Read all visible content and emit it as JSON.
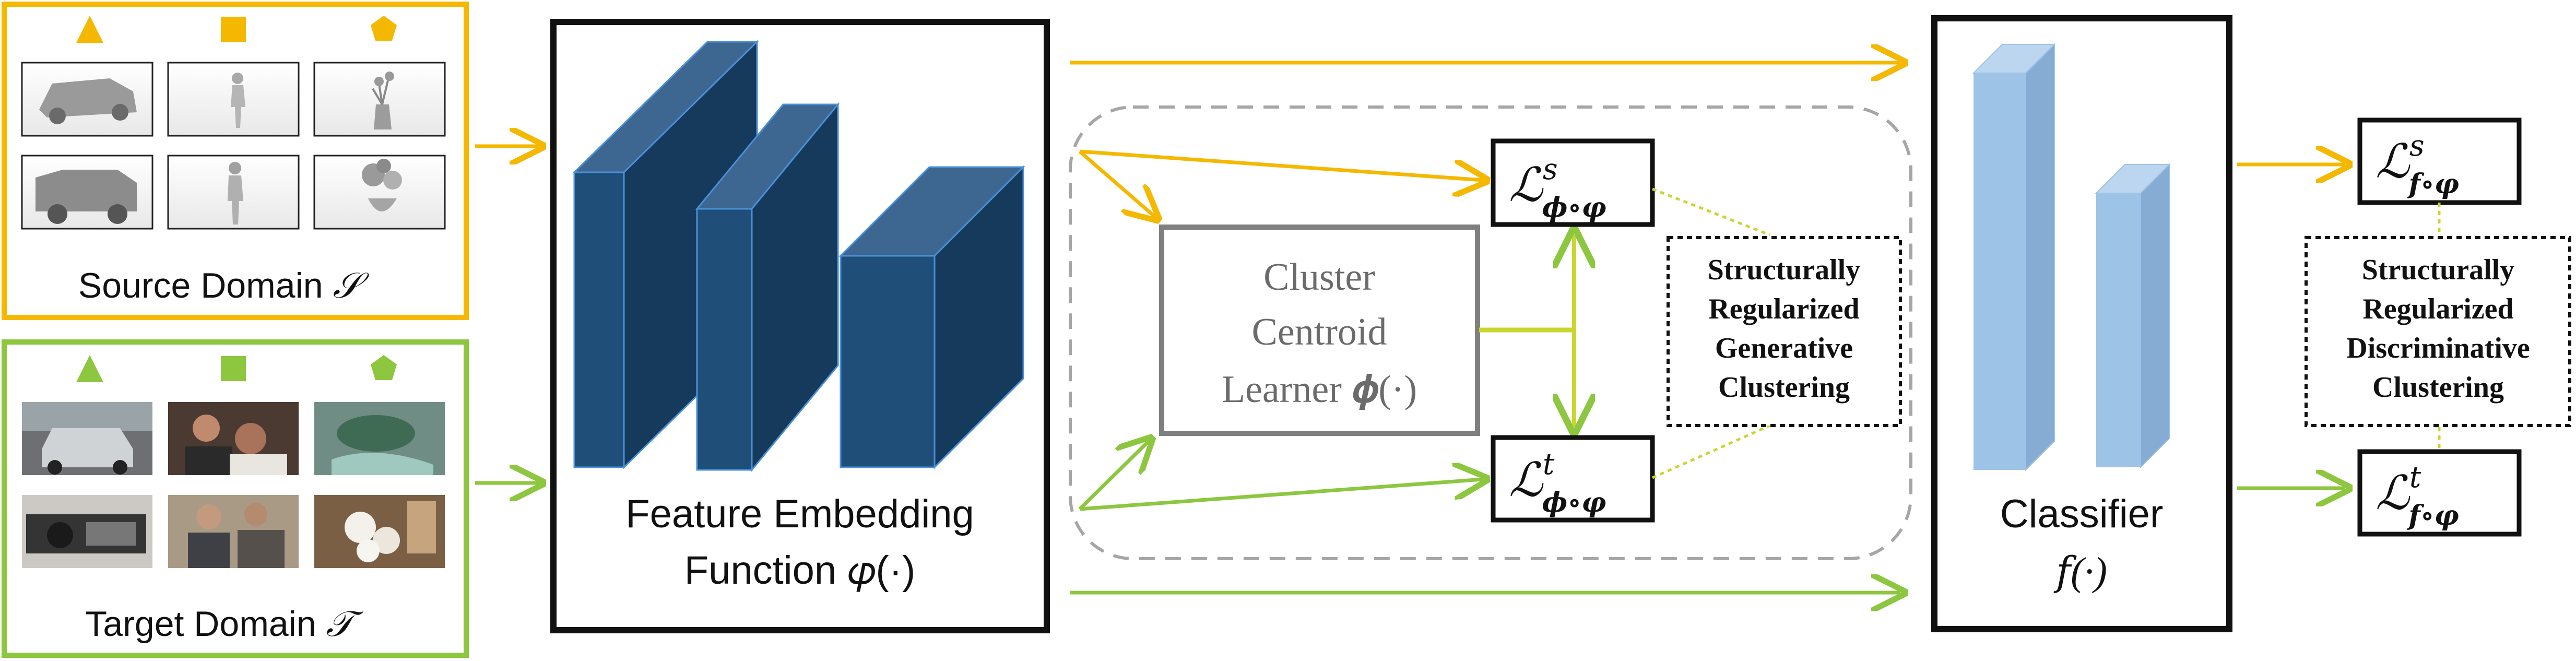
{
  "source_domain": {
    "label": "Source Domain ",
    "symbol": "𝒮",
    "color": "#F5B800",
    "shapes": [
      "triangle",
      "square",
      "pentagon"
    ],
    "thumbnails": [
      "jeep-render-1",
      "person-render-1",
      "plant-render-1",
      "jeep-render-2",
      "person-render-2",
      "plant-render-2"
    ]
  },
  "target_domain": {
    "label": "Target Domain ",
    "symbol": "𝒯",
    "color": "#8DC63F",
    "shapes": [
      "triangle",
      "square",
      "pentagon"
    ],
    "thumbnails": [
      "car-photo-1",
      "people-photo-1",
      "plant-photo-1",
      "car-photo-2",
      "people-photo-2",
      "flower-photo-2"
    ]
  },
  "feature_embedding": {
    "line1": "Feature Embedding",
    "line2": "Function 𝜑(·)",
    "block_color": "#1F4E79"
  },
  "cluster_learner": {
    "line1": "Cluster",
    "line2": "Centroid",
    "line3": "Learner 𝝓(·)",
    "text_color": "#6b6b6b"
  },
  "loss_generative_source": {
    "main": "ℒ",
    "sup": "𝑠",
    "sub": "𝝓∘𝝋"
  },
  "loss_generative_target": {
    "main": "ℒ",
    "sup": "𝑡",
    "sub": "𝝓∘𝝋"
  },
  "generative_clustering": {
    "lines": [
      "Structurally",
      "Regularized",
      "Generative",
      "Clustering"
    ]
  },
  "classifier": {
    "line1": "Classifier",
    "line2": "𝑓(·)",
    "bar_color": "#9DC3E6"
  },
  "loss_discriminative_source": {
    "main": "ℒ",
    "sup": "𝑠",
    "sub": "𝒇∘𝝋"
  },
  "loss_discriminative_target": {
    "main": "ℒ",
    "sup": "𝑡",
    "sub": "𝒇∘𝝋"
  },
  "discriminative_clustering": {
    "lines": [
      "Structurally",
      "Regularized",
      "Discriminative",
      "Clustering"
    ]
  }
}
